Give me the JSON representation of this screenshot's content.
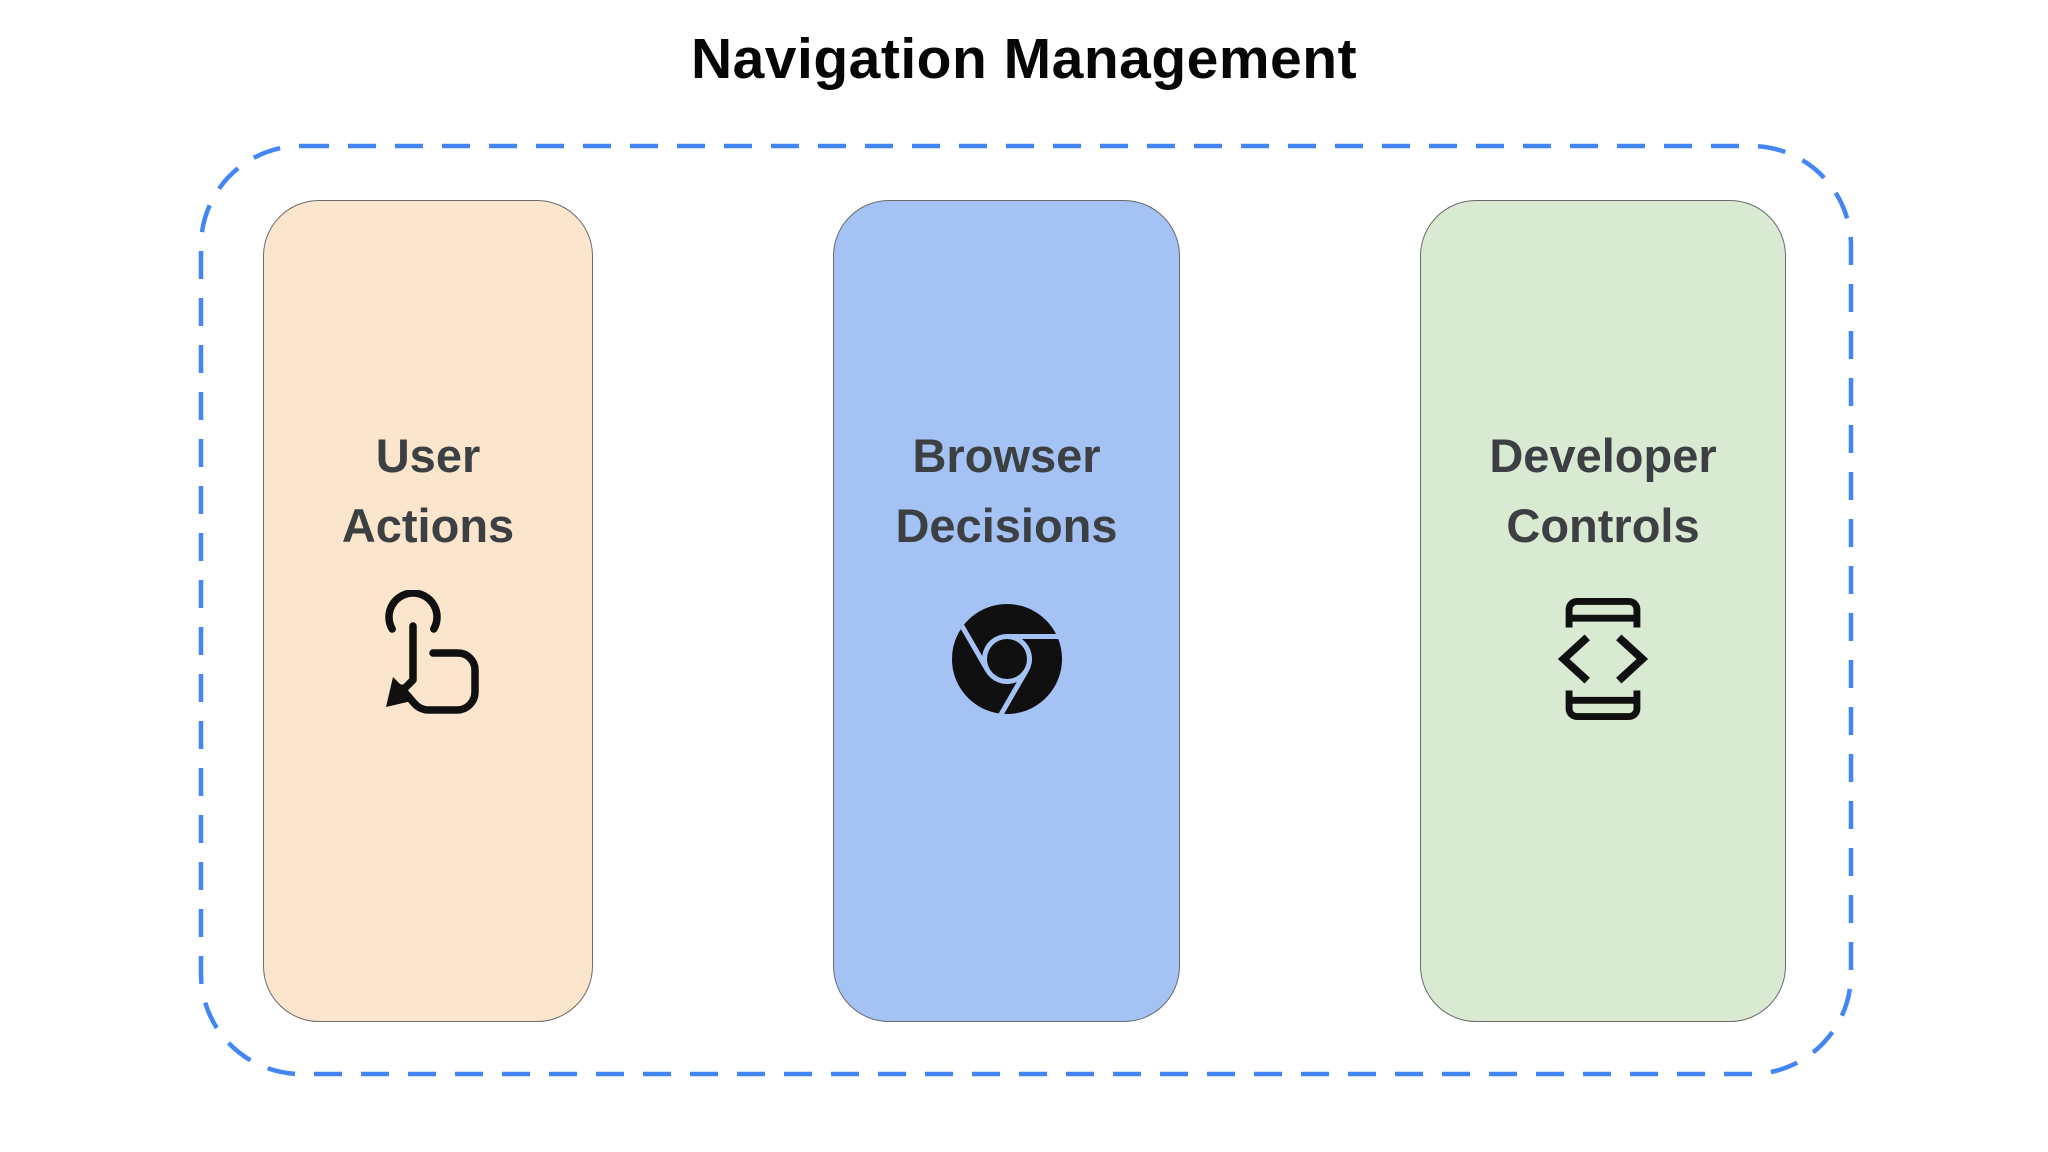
{
  "title": "Navigation Management",
  "boundary": {
    "color": "#4285F4"
  },
  "text_color": "#3C4043",
  "icon_color": "#101010",
  "cards": [
    {
      "label_line1": "User",
      "label_line2": "Actions",
      "icon": "touch-gesture-icon",
      "bg": "#FCE5CD"
    },
    {
      "label_line1": "Browser",
      "label_line2": "Decisions",
      "icon": "chrome-icon",
      "bg": "#A4C2F4"
    },
    {
      "label_line1": "Developer",
      "label_line2": "Controls",
      "icon": "developer-mode-icon",
      "bg": "#D9EAD3"
    }
  ]
}
